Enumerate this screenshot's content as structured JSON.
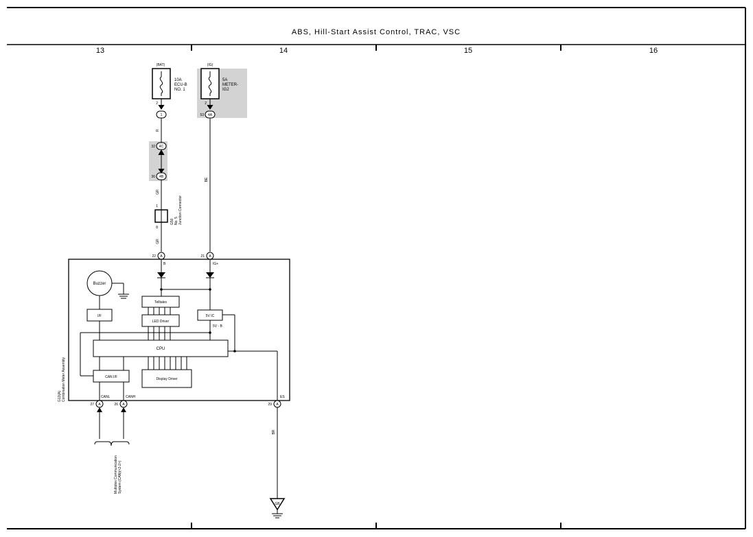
{
  "title": "ABS, Hill-Start Assist Control, TRAC, VSC",
  "columns": [
    "13",
    "14",
    "15",
    "16"
  ],
  "bat_fuse": {
    "source": "(BAT)",
    "rating": "10A",
    "name_line1": "ECU-B",
    "name_line2": "NO. 1",
    "pin": "2",
    "connector": "1"
  },
  "ig_fuse": {
    "source": "(IG)",
    "rating": "5A",
    "name_line1": "METER-",
    "name_line2": "IG2",
    "pin": "2",
    "connector_pin": "53",
    "connector": "4A"
  },
  "junction": {
    "pin_upper": "32",
    "connector_upper": "4C",
    "pin_lower": "36",
    "connector_lower": "4B",
    "wire_r": "R",
    "wire_gr_upper": "GR",
    "jc_pin_top": "1",
    "jc_pin_bottom": "8",
    "jc_code": "G50",
    "jc_name_line1": "No. 5",
    "jc_name_line2": "Junction Connector",
    "wire_gr_lower": "GR",
    "wire_be": "BE"
  },
  "meter": {
    "code": "G13(A)",
    "name": "Combination Meter Assembly",
    "pin_b_num": "22",
    "pin_b_conn": "A",
    "pin_b_label": "B",
    "pin_ig_num": "21",
    "pin_ig_conn": "A",
    "pin_ig_label": "IG+",
    "buzzer": "Buzzer",
    "if_label": "I/F",
    "telltales": "Telltales",
    "led_driver": "LED Driver",
    "fivev_ic": "5V IC",
    "fivev_b": "5V - B",
    "cpu": "CPU",
    "can_if": "CAN I/F",
    "display_driver": "Display Driver",
    "canl": "CANL",
    "canh": "CANH",
    "es": "ES",
    "pin_canl_num": "27",
    "pin_canl_conn": "A",
    "pin_canh_num": "26",
    "pin_canh_conn": "A",
    "pin_es_num": "29",
    "pin_es_conn": "A"
  },
  "ground": {
    "wire": "BR",
    "point": "GB"
  },
  "can_bus": {
    "line1": "Multiplex Communication",
    "line2": "System (CAN)(<2-2>)"
  }
}
